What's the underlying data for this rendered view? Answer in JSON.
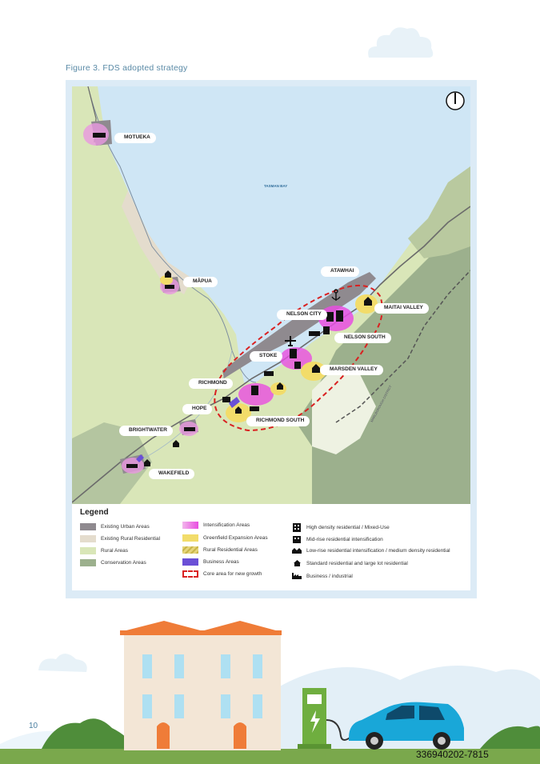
{
  "page": {
    "figure_title": "Figure 3. FDS adopted strategy",
    "page_number": "10",
    "document_code": "336940202-7815"
  },
  "map": {
    "bay_label": "TASMAN BAY",
    "district_label": "MARLBOROUGH DISTRICT",
    "places": [
      "MOTUEKA",
      "MĀPUA",
      "ATAWHAI",
      "MAITAI VALLEY",
      "NELSON CITY",
      "NELSON SOUTH",
      "STOKE",
      "MARSDEN VALLEY",
      "RICHMOND",
      "HOPE",
      "RICHMOND SOUTH",
      "BRIGHTWATER",
      "WAKEFIELD"
    ],
    "north_arrow": "north-arrow-icon"
  },
  "legend": {
    "title": "Legend",
    "areas": [
      {
        "label": "Existing Urban Areas",
        "color": "#8f8a8f"
      },
      {
        "label": "Existing Rural Residential",
        "color": "#e4dccd"
      },
      {
        "label": "Rural Areas",
        "color": "#d9e6b8"
      },
      {
        "label": "Conservation Areas",
        "color": "#9cb08d"
      }
    ],
    "growth": [
      {
        "label": "Intensification Areas",
        "color": "#e84ee0"
      },
      {
        "label": "Greenfield Expansion Areas",
        "color": "#f2dc6a"
      },
      {
        "label": "Rural Residential Areas",
        "color": "#e6d57a"
      },
      {
        "label": "Business Areas",
        "color": "#6a4fd6"
      },
      {
        "label": "Core area for new growth",
        "color": "#d92121"
      }
    ],
    "icons": [
      {
        "label": "High density residential / Mixed-Use",
        "icon": "high-density-building-icon"
      },
      {
        "label": "Mid-rise residential intensification",
        "icon": "mid-rise-building-icon"
      },
      {
        "label": "Low-rise residential intensification / medium density residential",
        "icon": "low-rise-houses-icon"
      },
      {
        "label": "Standard residential and large lot residential",
        "icon": "house-icon"
      },
      {
        "label": "Business / industrial",
        "icon": "factory-icon"
      }
    ]
  }
}
